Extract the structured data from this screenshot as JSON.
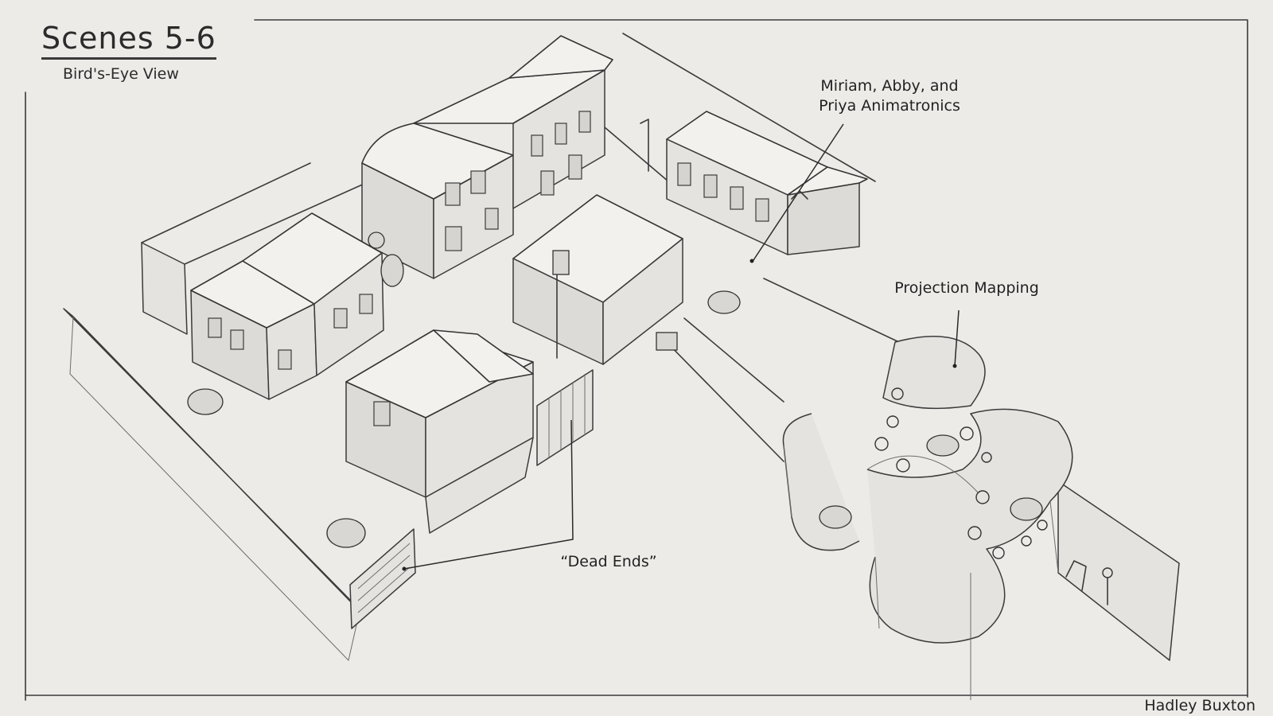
{
  "title": "Scenes 5-6",
  "subtitle": "Bird's-Eye View",
  "labels": {
    "animatronics": "Miriam, Abby, and\nPriya Animatronics",
    "projection": "Projection Mapping",
    "dead_ends": "“Dead Ends”"
  },
  "author": "Hadley Buxton"
}
